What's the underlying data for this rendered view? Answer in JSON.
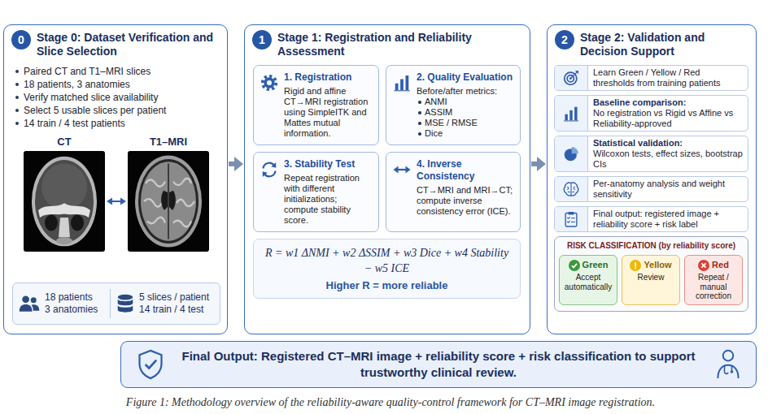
{
  "diagram": {
    "caption": "Figure 1: Methodology overview of the reliability-aware quality-control framework for CT–MRI image registration.",
    "nodes": [
      {
        "text": [
          "Stage 0: Dataset Verification and Slice Selection",
          "Paired CT and T1–MRI slices",
          "18 patients, 3 anatomies",
          "Verify matched slice availability",
          "Select 5 usable slices per patient",
          "14 train / 4 test patients"
        ]
      },
      {
        "text": [
          "0"
        ],
        "in": 0
      },
      {
        "text": [
          "CT"
        ],
        "in": 0
      },
      {
        "text": [
          "T1–MRI"
        ],
        "in": 0
      },
      {
        "text": [
          "18 patients 3 anatomies",
          "5 slices / patient 14 train / 4 test"
        ],
        "in": 0
      },
      {
        "text": [
          "Stage 1: Registration and Reliability Assessment"
        ]
      },
      {
        "text": [
          "1"
        ],
        "in": 5
      },
      {
        "text": [
          "1. Registration",
          "Rigid and affine CT→MRI registration using SimpleITK and Mattes mutual information."
        ],
        "in": 5
      },
      {
        "text": [
          "2. Quality Evaluation",
          "Before/after metrics:",
          "ANMI",
          "ASSIM",
          "MSE / RMSE",
          "Dice"
        ],
        "in": 5
      },
      {
        "text": [
          "3. Stability Test",
          "Repeat registration with different initializations; compute stability score."
        ],
        "in": 5
      },
      {
        "text": [
          "4. Inverse Consistency",
          "CT→MRI and MRI→CT; compute inverse consistency error (ICE)."
        ],
        "in": 5
      },
      {
        "text": [
          "R = w1 ΔNMI + w2 ΔSSIM + w3 Dice + w4 Stability − w5 ICE",
          "Higher R = more reliable"
        ],
        "in": 5
      },
      {
        "text": [
          "Stage 2: Validation and Decision Support"
        ]
      },
      {
        "text": [
          "2"
        ],
        "in": 12
      },
      {
        "text": [
          "Learn Green / Yellow / Red thresholds from training patients"
        ],
        "in": 12
      },
      {
        "text": [
          "Baseline comparison:",
          "No registration vs Rigid vs Affine vs Reliability-approved"
        ],
        "in": 12
      },
      {
        "text": [
          "Statistical validation:",
          "Wilcoxon tests, effect sizes, bootstrap CIs"
        ],
        "in": 12
      },
      {
        "text": [
          "Per-anatomy analysis and weight sensitivity"
        ],
        "in": 12
      },
      {
        "text": [
          "Final output: registered image + reliability score + risk label"
        ],
        "in": 12
      },
      {
        "text": [
          "RISK CLASSIFICATION (by reliability score)"
        ],
        "in": 12
      },
      {
        "text": [
          "Green",
          "Accept automatically"
        ],
        "in": 19
      },
      {
        "text": [
          "Yellow",
          "Review"
        ],
        "in": 19
      },
      {
        "text": [
          "Red",
          "Repeat / manual correction"
        ],
        "in": 19
      },
      {
        "text": [
          "Final Output: Registered CT–MRI image + reliability score + risk classification to support trustworthy clinical review."
        ]
      }
    ],
    "edges": [
      {
        "from": 0,
        "to": 5,
        "arrow": "to"
      },
      {
        "from": 5,
        "to": 12,
        "arrow": "to"
      },
      {
        "from": 2,
        "to": 3,
        "arrow": "both"
      }
    ]
  }
}
